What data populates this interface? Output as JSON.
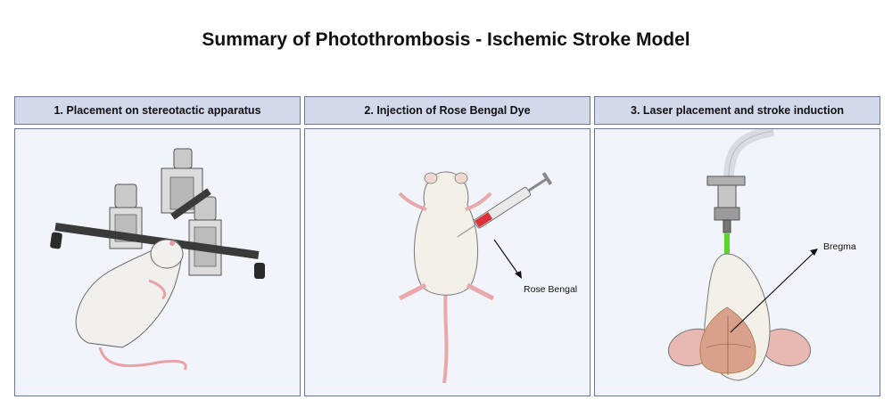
{
  "title": "Summary of Photothrombosis - Ischemic Stroke Model",
  "panels": [
    {
      "header": "1.  Placement on stereotactic apparatus"
    },
    {
      "header": "2. Injection of Rose Bengal Dye",
      "annotation": "Rose Bengal"
    },
    {
      "header": "3. Laser placement and stroke induction",
      "annotation": "Bregma"
    }
  ],
  "colors": {
    "header_fill": "#d3d8ea",
    "panel_fill": "#f1f4fa",
    "border": "#6b7691",
    "laser": "#5cd62c",
    "dye": "#d9323a"
  }
}
